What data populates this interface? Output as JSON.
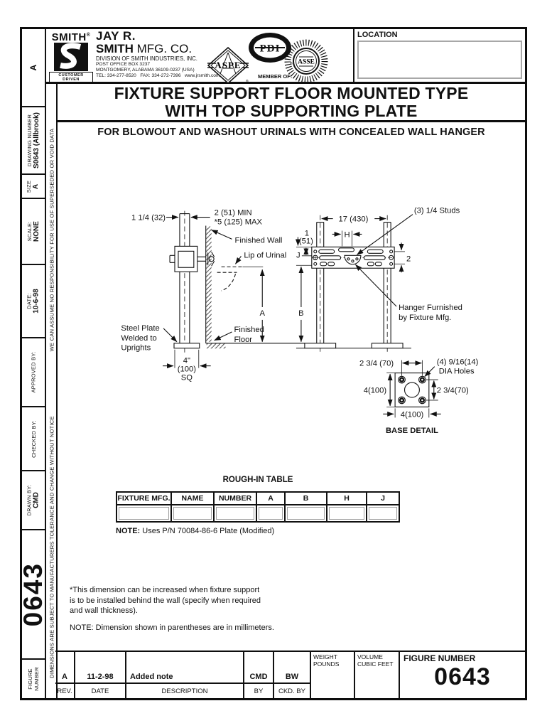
{
  "frame": {
    "corner_size": "A",
    "drawing_number_label": "DRAWING NUMBER",
    "drawing_number": "S0643 (Allbrook)",
    "size_label": "SIZE",
    "size_value": "A",
    "scale_label": "SCALE:",
    "scale_value": "NONE",
    "date_label": "DATE:",
    "date_value": "10-6-98",
    "approved_by_label": "APPROVED BY:",
    "checked_by_label": "CHECKED BY:",
    "drawn_by_label": "DRAWN BY:",
    "drawn_by_value": "CMD",
    "figure_number_vertical": "0643",
    "figure_label_line1": "FIGURE",
    "figure_label_line2": "NUMBER",
    "disclaimer_upper": "WE CAN ASSUME NO RESPONSIBILITY FOR USE OF SUPERSEDED OR VOID DATA",
    "disclaimer_lower": "DIMENSIONS ARE SUBJECT TO MANUFACTURERS TOLERANCE AND CHANGE WITHOUT NOTICE"
  },
  "header": {
    "brand_word": "SMITH",
    "brand_reg": "®",
    "tagline_line1": "CUSTOMER",
    "tagline_line2": "DRIVEN",
    "company_line1": "JAY R.",
    "company_name_bold": "SMITH",
    "company_name_rest": " MFG. CO.",
    "division": "DIVISION OF SMITH INDUSTRIES, INC.",
    "po_box": "POST OFFICE BOX 3237",
    "city": "MONTGOMERY, ALABAMA 36109-0237 (USA)",
    "contact": "TEL: 334-277-8520   FAX: 334-272-7396   www.jrsmith.com",
    "aspe_text": "ASPE",
    "pdi_text": "PDI",
    "asse_text": "ASSE",
    "member_of": "MEMBER OF:",
    "location_label": "LOCATION"
  },
  "title_block": {
    "title_line1": "FIXTURE SUPPORT FLOOR MOUNTED TYPE",
    "title_line2": "WITH TOP SUPPORTING PLATE",
    "subtitle": "FOR BLOWOUT AND WASHOUT URINALS WITH CONCEALED WALL HANGER"
  },
  "diagram": {
    "dim_post_width": "1 1/4 (32)",
    "dim_wall_min": "2 (51) MIN",
    "dim_wall_max": "*5 (125) MAX",
    "finished_wall": "Finished Wall",
    "lip_of_urinal": "Lip of Urinal",
    "dim_a": "A",
    "dim_b": "B",
    "steel_plate_1": "Steel Plate",
    "steel_plate_2": "Welded to",
    "steel_plate_3": "Uprights",
    "finished_floor_1": "Finished",
    "finished_floor_2": "Floor",
    "base_width_in": "4\"",
    "base_width_mm": "(100)",
    "base_sq": "SQ",
    "dim_span": "17 (430)",
    "studs": "(3) 1/4 Studs",
    "dim_one": "1",
    "dim_one_mm": "(51)",
    "dim_j": "J",
    "dim_h": "H",
    "dim_two": "2",
    "hanger_1": "Hanger Furnished",
    "hanger_2": "by Fixture Mfg.",
    "bd_top": "2 3/4 (70)",
    "bd_holes_1": "(4) 9/16(14)",
    "bd_holes_2": "DIA Holes",
    "bd_left": "4(100)",
    "bd_right": "2 3/4(70)",
    "bd_bottom": "4(100)",
    "bd_caption": "BASE DETAIL"
  },
  "rough_in": {
    "title": "ROUGH-IN TABLE",
    "headers": [
      "FIXTURE MFG.",
      "NAME",
      "NUMBER",
      "A",
      "B",
      "H",
      "J"
    ],
    "note_label": "NOTE:",
    "note_text": " Uses P/N 70084-86-6 Plate (Modified)"
  },
  "notes": {
    "line1": "*This dimension can be increased when fixture support",
    "line2": "is to be installed behind the wall (specify when required",
    "line3": "and wall thickness).",
    "note_line": "NOTE: Dimension shown in parentheses are in millimeters."
  },
  "revision": {
    "entry": {
      "rev": "A",
      "date": "11-2-98",
      "description": "Added note",
      "by": "CMD",
      "ckd": "BW"
    },
    "labels": {
      "rev": "REV.",
      "date": "DATE",
      "description": "DESCRIPTION",
      "by": "BY",
      "ckd": "CKD. BY"
    }
  },
  "footer": {
    "weight_line1": "WEIGHT",
    "weight_line2": "POUNDS",
    "volume_line1": "VOLUME",
    "volume_line2": "CUBIC FEET",
    "figure_label": "FIGURE NUMBER",
    "figure_number": "0643"
  },
  "colors": {
    "ink": "#111111",
    "field_border": "#a0a0a0",
    "paper": "#ffffff"
  }
}
